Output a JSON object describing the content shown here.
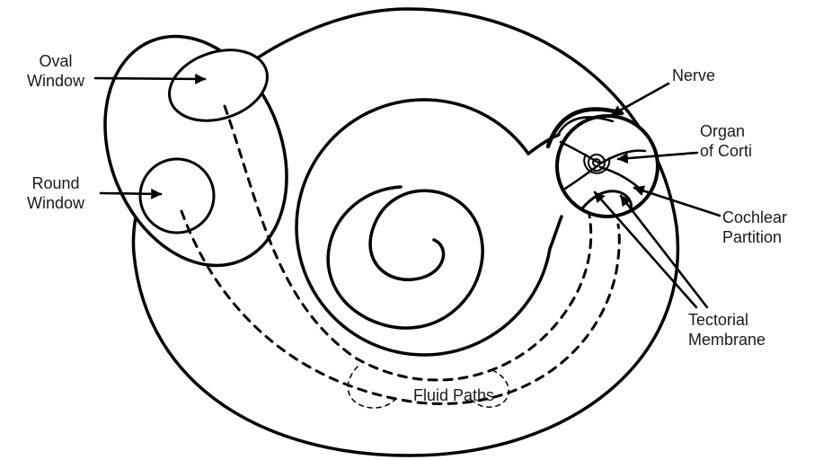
{
  "diagram": {
    "background_color": "#ffffff",
    "stroke_color": "#000000",
    "label_color": "#1a1a1a",
    "labels": {
      "oval_window": "Oval\nWindow",
      "round_window": "Round\nWindow",
      "nerve": "Nerve",
      "organ_of_corti": "Organ\nof Corti",
      "cochlear_partition": "Cochlear\nPartition",
      "tectorial_membrane": "Tectorial\nMembrane",
      "fluid_paths": "Fluid Paths"
    }
  }
}
